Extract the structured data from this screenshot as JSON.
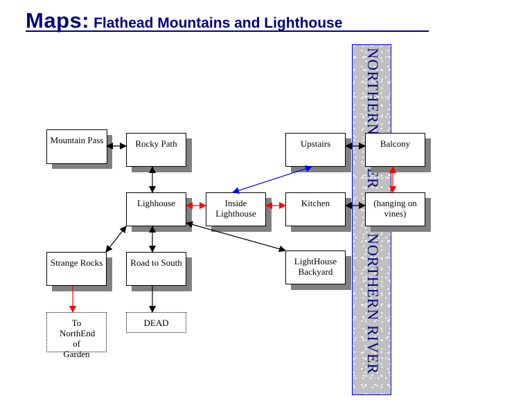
{
  "title": {
    "main": "Maps:",
    "sub": "Flathead Mountains and Lighthouse"
  },
  "colors": {
    "title": "#000080",
    "river_fill": "#c0c0c0",
    "river_border": "#0000ff",
    "river_text": "#000080",
    "shadow": "#808080",
    "link_black": "#000000",
    "link_red": "#ff0000",
    "link_blue": "#0000ff"
  },
  "river": {
    "label": "NORTHERN RIVER"
  },
  "nodes": {
    "mountain_pass": {
      "label": "Mountain Pass"
    },
    "rocky_path": {
      "label": "Rocky Path"
    },
    "lighhouse": {
      "label": "Lighhouse"
    },
    "inside_lighthouse": {
      "label": "Inside Lighthouse"
    },
    "kitchen": {
      "label": "Kitchen"
    },
    "upstairs": {
      "label": "Upstairs"
    },
    "balcony": {
      "label": "Balcony"
    },
    "hanging_vines": {
      "label": "(hanging on vines)"
    },
    "lighthouse_backyard": {
      "label": "LightHouse Backyard"
    },
    "strange_rocks": {
      "label": "Strange Rocks"
    },
    "road_to_south": {
      "label": "Road to South"
    },
    "to_northend_garden": {
      "label": "To NorthEnd of Garden"
    },
    "dead": {
      "label": "DEAD"
    }
  },
  "edges": [
    {
      "from": "mountain_pass",
      "to": "rocky_path",
      "color": "black",
      "direction": "both"
    },
    {
      "from": "rocky_path",
      "to": "lighhouse",
      "color": "black",
      "direction": "both"
    },
    {
      "from": "lighhouse",
      "to": "inside_lighthouse",
      "color": "red",
      "direction": "both"
    },
    {
      "from": "inside_lighthouse",
      "to": "kitchen",
      "color": "red",
      "direction": "both"
    },
    {
      "from": "inside_lighthouse",
      "to": "upstairs",
      "color": "blue",
      "direction": "both"
    },
    {
      "from": "upstairs",
      "to": "balcony",
      "color": "black",
      "direction": "both"
    },
    {
      "from": "kitchen",
      "to": "hanging_vines",
      "color": "black",
      "direction": "both"
    },
    {
      "from": "balcony",
      "to": "hanging_vines",
      "color": "red",
      "direction": "both"
    },
    {
      "from": "lighhouse",
      "to": "lighthouse_backyard",
      "color": "black",
      "direction": "both"
    },
    {
      "from": "lighhouse",
      "to": "strange_rocks",
      "color": "black",
      "direction": "both"
    },
    {
      "from": "lighhouse",
      "to": "road_to_south",
      "color": "black",
      "direction": "both"
    },
    {
      "from": "strange_rocks",
      "to": "to_northend_garden",
      "color": "red",
      "direction": "forward"
    },
    {
      "from": "road_to_south",
      "to": "dead",
      "color": "black",
      "direction": "forward"
    }
  ]
}
